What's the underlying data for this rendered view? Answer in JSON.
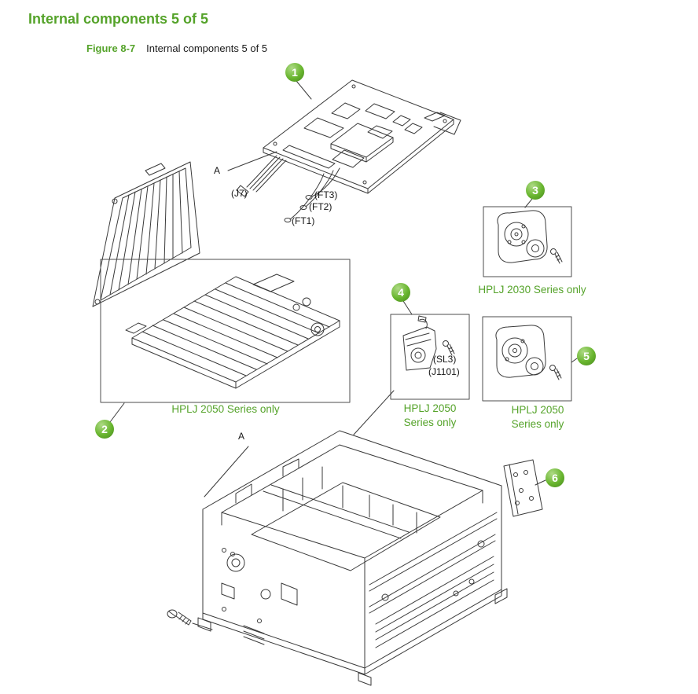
{
  "page": {
    "title": "Internal components 5 of 5"
  },
  "figure": {
    "label": "Figure 8-7",
    "caption": "Internal components 5 of 5"
  },
  "colors": {
    "accent_green": "#55A32A",
    "callout_green": "#68B52E",
    "line_color": "#3A3A3A"
  },
  "callouts": [
    "1",
    "2",
    "3",
    "4",
    "5",
    "6"
  ],
  "part_labels": {
    "a_top": "A",
    "j7": "(J7)",
    "ft3": "(FT3)",
    "ft2": "(FT2)",
    "ft1": "(FT1)",
    "sl3": "(SL3)",
    "j1101": "(J1101)",
    "a_bottom": "A"
  },
  "series_labels": {
    "hplj_2030": "HPLJ 2030 Series only",
    "hplj_2050_full": "HPLJ 2050 Series only",
    "hplj_2050_line1": "HPLJ 2050",
    "hplj_2050_line2": "Series only"
  }
}
